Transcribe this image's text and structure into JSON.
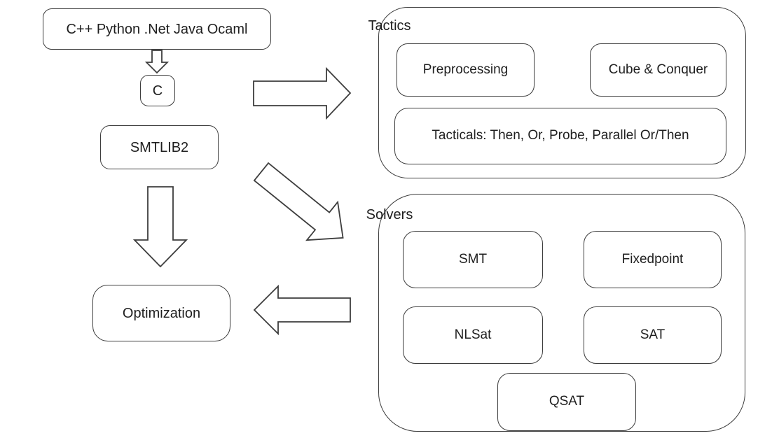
{
  "diagram": {
    "colors": {
      "line": "#3d3d3d",
      "text": "#1f1f1f",
      "background": "#ffffff"
    },
    "api_box": {
      "label": "C++ Python .Net Java Ocaml"
    },
    "c_box": {
      "label": "C"
    },
    "smtlib2_box": {
      "label": "SMTLIB2"
    },
    "optimization_box": {
      "label": "Optimization"
    },
    "tactics": {
      "title": "Tactics",
      "items": [
        {
          "label": "Preprocessing"
        },
        {
          "label": "Cube & Conquer"
        },
        {
          "label": "Tacticals: Then, Or, Probe, Parallel Or/Then"
        }
      ]
    },
    "solvers": {
      "title": "Solvers",
      "items": [
        {
          "label": "SMT"
        },
        {
          "label": "Fixedpoint"
        },
        {
          "label": "NLSat"
        },
        {
          "label": "SAT"
        },
        {
          "label": "QSAT"
        }
      ]
    }
  }
}
